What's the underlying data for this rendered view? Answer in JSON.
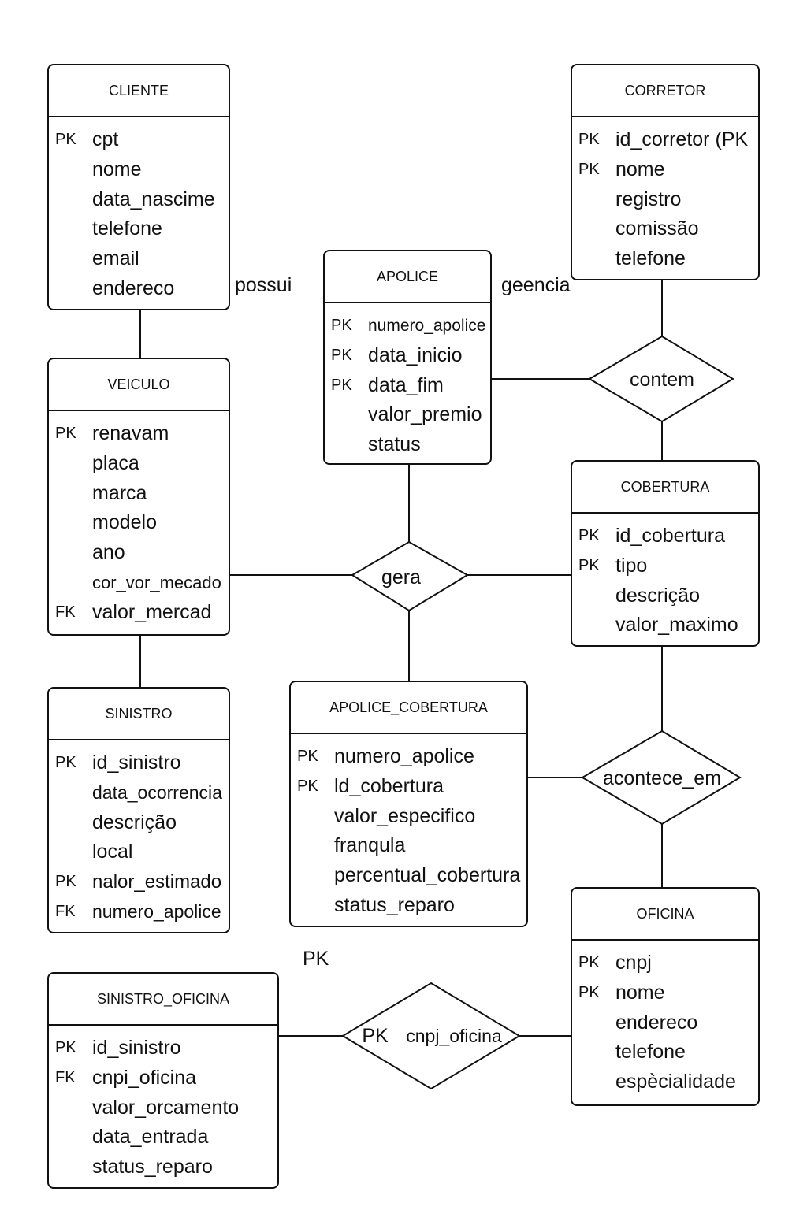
{
  "entities": {
    "cliente": {
      "title": "CLIENTE",
      "attributes": [
        {
          "key": "PK",
          "name": "cpt"
        },
        {
          "key": "",
          "name": "nome"
        },
        {
          "key": "",
          "name": "data_nascime"
        },
        {
          "key": "",
          "name": "telefone"
        },
        {
          "key": "",
          "name": "email"
        },
        {
          "key": "",
          "name": "endereco"
        }
      ]
    },
    "corretor": {
      "title": "CORRETOR",
      "attributes": [
        {
          "key": "PK",
          "name": "id_corretor (PK"
        },
        {
          "key": "PK",
          "name": "nome"
        },
        {
          "key": "",
          "name": "registro"
        },
        {
          "key": "",
          "name": "comissão"
        },
        {
          "key": "",
          "name": "telefone"
        }
      ]
    },
    "apolice": {
      "title": "APOLICE",
      "attributes": [
        {
          "key": "PK",
          "name": "numero_apolice"
        },
        {
          "key": "PK",
          "name": "data_inicio"
        },
        {
          "key": "PK",
          "name": "data_fim"
        },
        {
          "key": "",
          "name": "valor_premio"
        },
        {
          "key": "",
          "name": "status"
        }
      ]
    },
    "veiculo": {
      "title": "VEICULO",
      "attributes": [
        {
          "key": "PK",
          "name": "renavam"
        },
        {
          "key": "",
          "name": "placa"
        },
        {
          "key": "",
          "name": "marca"
        },
        {
          "key": "",
          "name": "modelo"
        },
        {
          "key": "",
          "name": "ano"
        },
        {
          "key": "",
          "name": "cor_vor_mecado"
        },
        {
          "key": "FK",
          "name": "valor_mercad"
        }
      ]
    },
    "cobertura": {
      "title": "COBERTURA",
      "attributes": [
        {
          "key": "PK",
          "name": "id_cobertura"
        },
        {
          "key": "PK",
          "name": "tipo"
        },
        {
          "key": "",
          "name": "descrição"
        },
        {
          "key": "",
          "name": "valor_maximo"
        }
      ]
    },
    "sinistro": {
      "title": "SINISTRO",
      "attributes": [
        {
          "key": "PK",
          "name": "id_sinistro"
        },
        {
          "key": "",
          "name": "data_ocorrencia"
        },
        {
          "key": "",
          "name": "descrição"
        },
        {
          "key": "",
          "name": "local"
        },
        {
          "key": "PK",
          "name": "nalor_estimado"
        },
        {
          "key": "FK",
          "name": "numero_apolice"
        }
      ]
    },
    "apolice_cobertura": {
      "title": "APOLICE_COBERTURA",
      "attributes": [
        {
          "key": "PK",
          "name": "numero_apolice"
        },
        {
          "key": "PK",
          "name": "ld_cobertura"
        },
        {
          "key": "",
          "name": "valor_especifico"
        },
        {
          "key": "",
          "name": "franqula"
        },
        {
          "key": "",
          "name": "percentual_cobertura"
        },
        {
          "key": "",
          "name": "status_reparo"
        }
      ]
    },
    "oficina": {
      "title": "OFICINA",
      "attributes": [
        {
          "key": "PK",
          "name": "cnpj"
        },
        {
          "key": "PK",
          "name": "nome"
        },
        {
          "key": "",
          "name": "endereco"
        },
        {
          "key": "",
          "name": "telefone"
        },
        {
          "key": "",
          "name": "espècialidade"
        }
      ]
    },
    "sinistro_oficina": {
      "title": "SINISTRO_OFICINA",
      "attributes": [
        {
          "key": "PK",
          "name": "id_sinistro"
        },
        {
          "key": "FK",
          "name": "cnpi_oficina"
        },
        {
          "key": "",
          "name": "valor_orcamento"
        },
        {
          "key": "",
          "name": "data_entrada"
        },
        {
          "key": "",
          "name": "status_reparo"
        }
      ]
    }
  },
  "relationships": {
    "contem": "contem",
    "gera": "gera",
    "acontece_em": "acontece_em",
    "cnpj_oficina_key": "PK",
    "cnpj_oficina": "cnpj_oficina"
  },
  "labels": {
    "possui": "possui",
    "geencia": "geencia",
    "pk_floating": "PK"
  }
}
